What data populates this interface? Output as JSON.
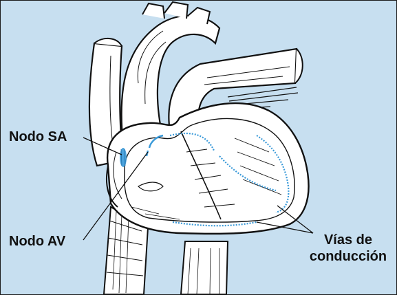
{
  "labels": {
    "sa_node": "Nodo SA",
    "av_node": "Nodo AV",
    "pathways_line1": "Vías de",
    "pathways_line2": "conducción"
  },
  "colors": {
    "background": "#c7dff0",
    "heart_fill": "#ffffff",
    "outline": "#111111",
    "conduction": "#3a9ad9"
  }
}
